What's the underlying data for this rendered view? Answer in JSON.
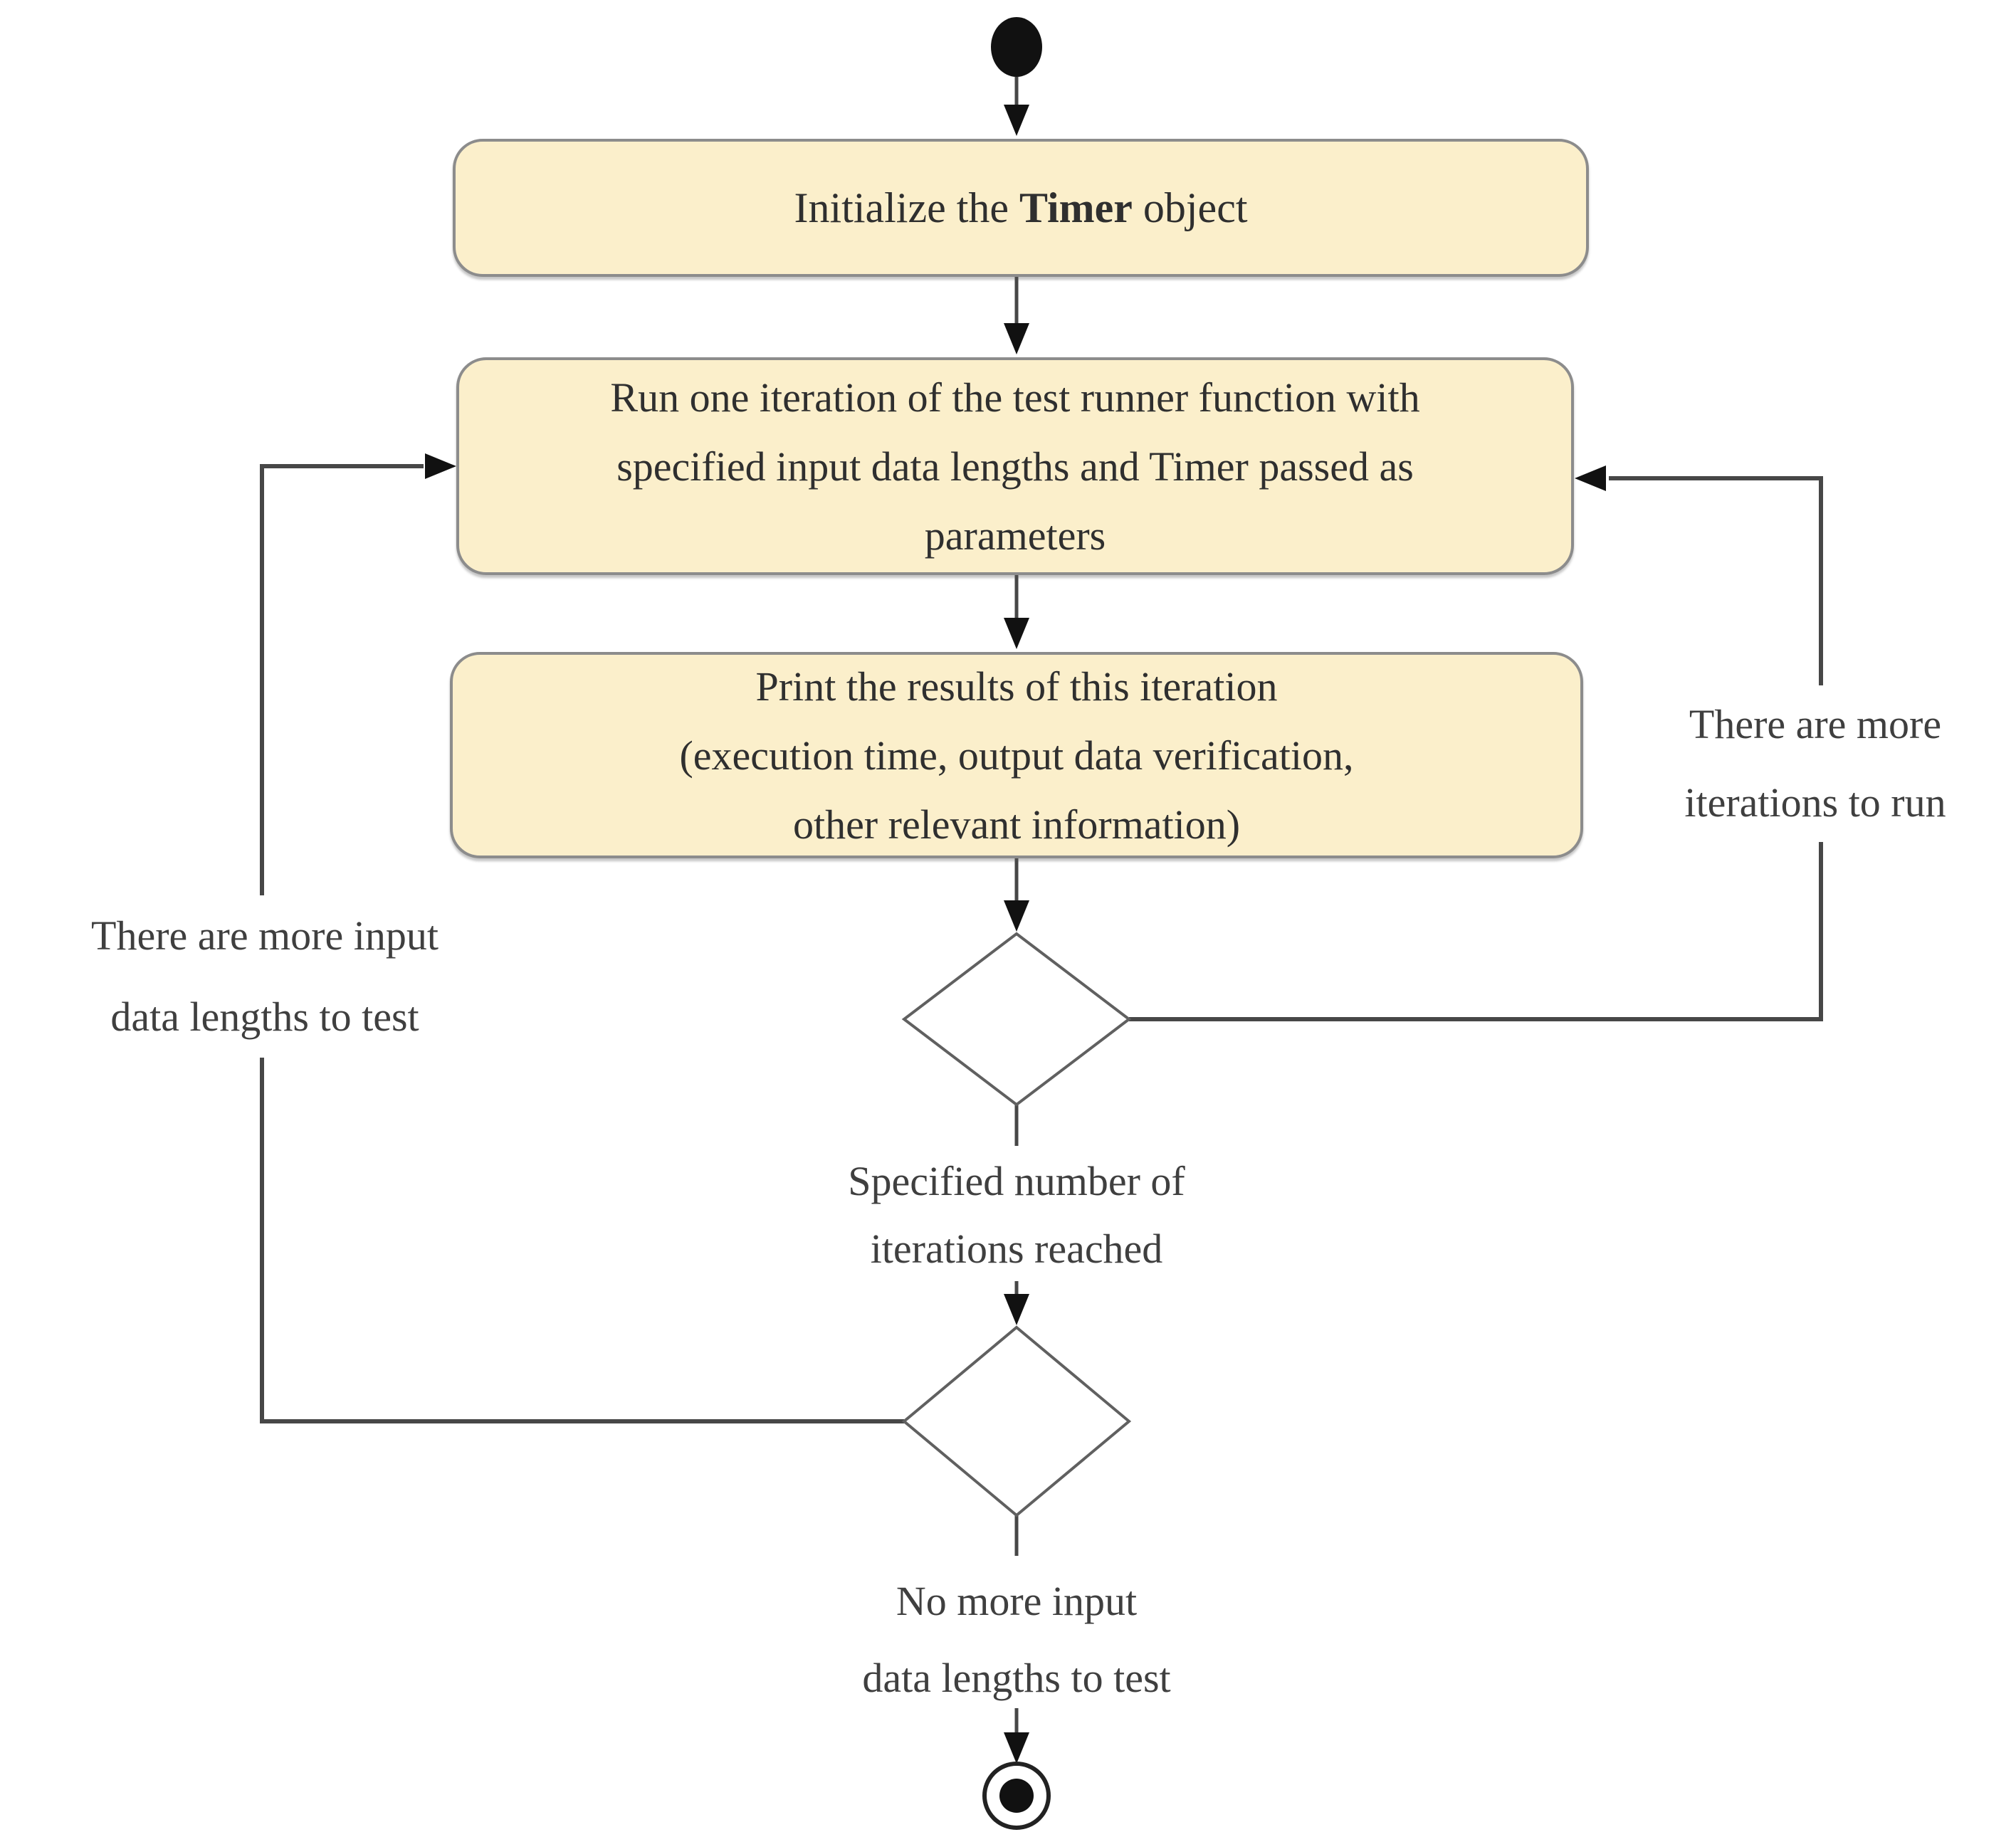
{
  "diagram": {
    "kind": "uml-activity-diagram",
    "colors": {
      "background": "#FFFFFF",
      "action_fill": "#FBEFCB",
      "action_border": "#8C8C8C",
      "connector": "#474747",
      "arrowhead": "#111111",
      "decision_stroke": "#606060",
      "text": "#2F2F2F",
      "label_text": "#3F3F3F"
    },
    "nodes": {
      "start": {
        "type": "initial-node"
      },
      "initialize": {
        "text_prefix": "Initialize the ",
        "text_bold": "Timer",
        "text_suffix": " object"
      },
      "run_iteration": {
        "lines": [
          "Run one iteration of the test runner function with",
          "specified input data lengths and Timer passed as",
          "parameters"
        ]
      },
      "print_results": {
        "lines": [
          "Print the results of this iteration",
          "(execution time, output data verification,",
          "other relevant information)"
        ]
      },
      "decision_iterations": {
        "type": "decision-node"
      },
      "decision_lengths": {
        "type": "decision-node"
      },
      "end": {
        "type": "final-node"
      }
    },
    "edges": {
      "more_iterations": {
        "lines": [
          "There are more",
          "iterations to run"
        ]
      },
      "more_lengths": {
        "lines": [
          "There are more input",
          "data lengths to test"
        ]
      },
      "iterations_reached": {
        "lines": [
          "Specified number of",
          "iterations reached"
        ]
      },
      "no_more_lengths": {
        "lines": [
          "No more input",
          "data lengths to test"
        ]
      }
    }
  }
}
